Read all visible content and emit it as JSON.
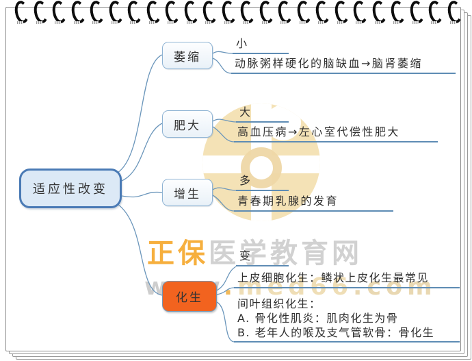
{
  "watermark": {
    "brand_highlight": "正保",
    "brand_rest": "医学教育网",
    "url_prefix": "www",
    "url_dot1": ".",
    "url_domain": "med66",
    "url_dot2": ".",
    "url_suffix": "com"
  },
  "mindmap": {
    "root": "适应性改变",
    "branches": [
      {
        "label": "萎缩",
        "children": [
          "小",
          "动脉粥样硬化的脑缺血→脑肾萎缩"
        ]
      },
      {
        "label": "肥大",
        "children": [
          "大",
          "高血压病→左心室代偿性肥大"
        ]
      },
      {
        "label": "增生",
        "children": [
          "多",
          "青春期乳腺的发育"
        ]
      },
      {
        "label": "化生",
        "children": [
          "变",
          "上皮细胞化生：鳞状上皮化生最常见"
        ],
        "block": [
          "间叶组织化生：",
          "A. 骨化性肌炎：肌肉化生为骨",
          "B. 老年人的喉及支气管软骨：骨化生"
        ]
      }
    ]
  },
  "colors": {
    "root_fill": "#dce9f6",
    "root_border": "#4a7ab5",
    "branch_fill": "#f4f9fd",
    "branch_border": "#8fb4d4",
    "metaplasia_fill": "#f2631f",
    "connector_line": "#6b96bb",
    "underline": "#5e8cb4",
    "watermark_orange": "#f5a21d",
    "watermark_gray": "#c9c9c9",
    "watermark_tan": "#ecd6a4"
  }
}
